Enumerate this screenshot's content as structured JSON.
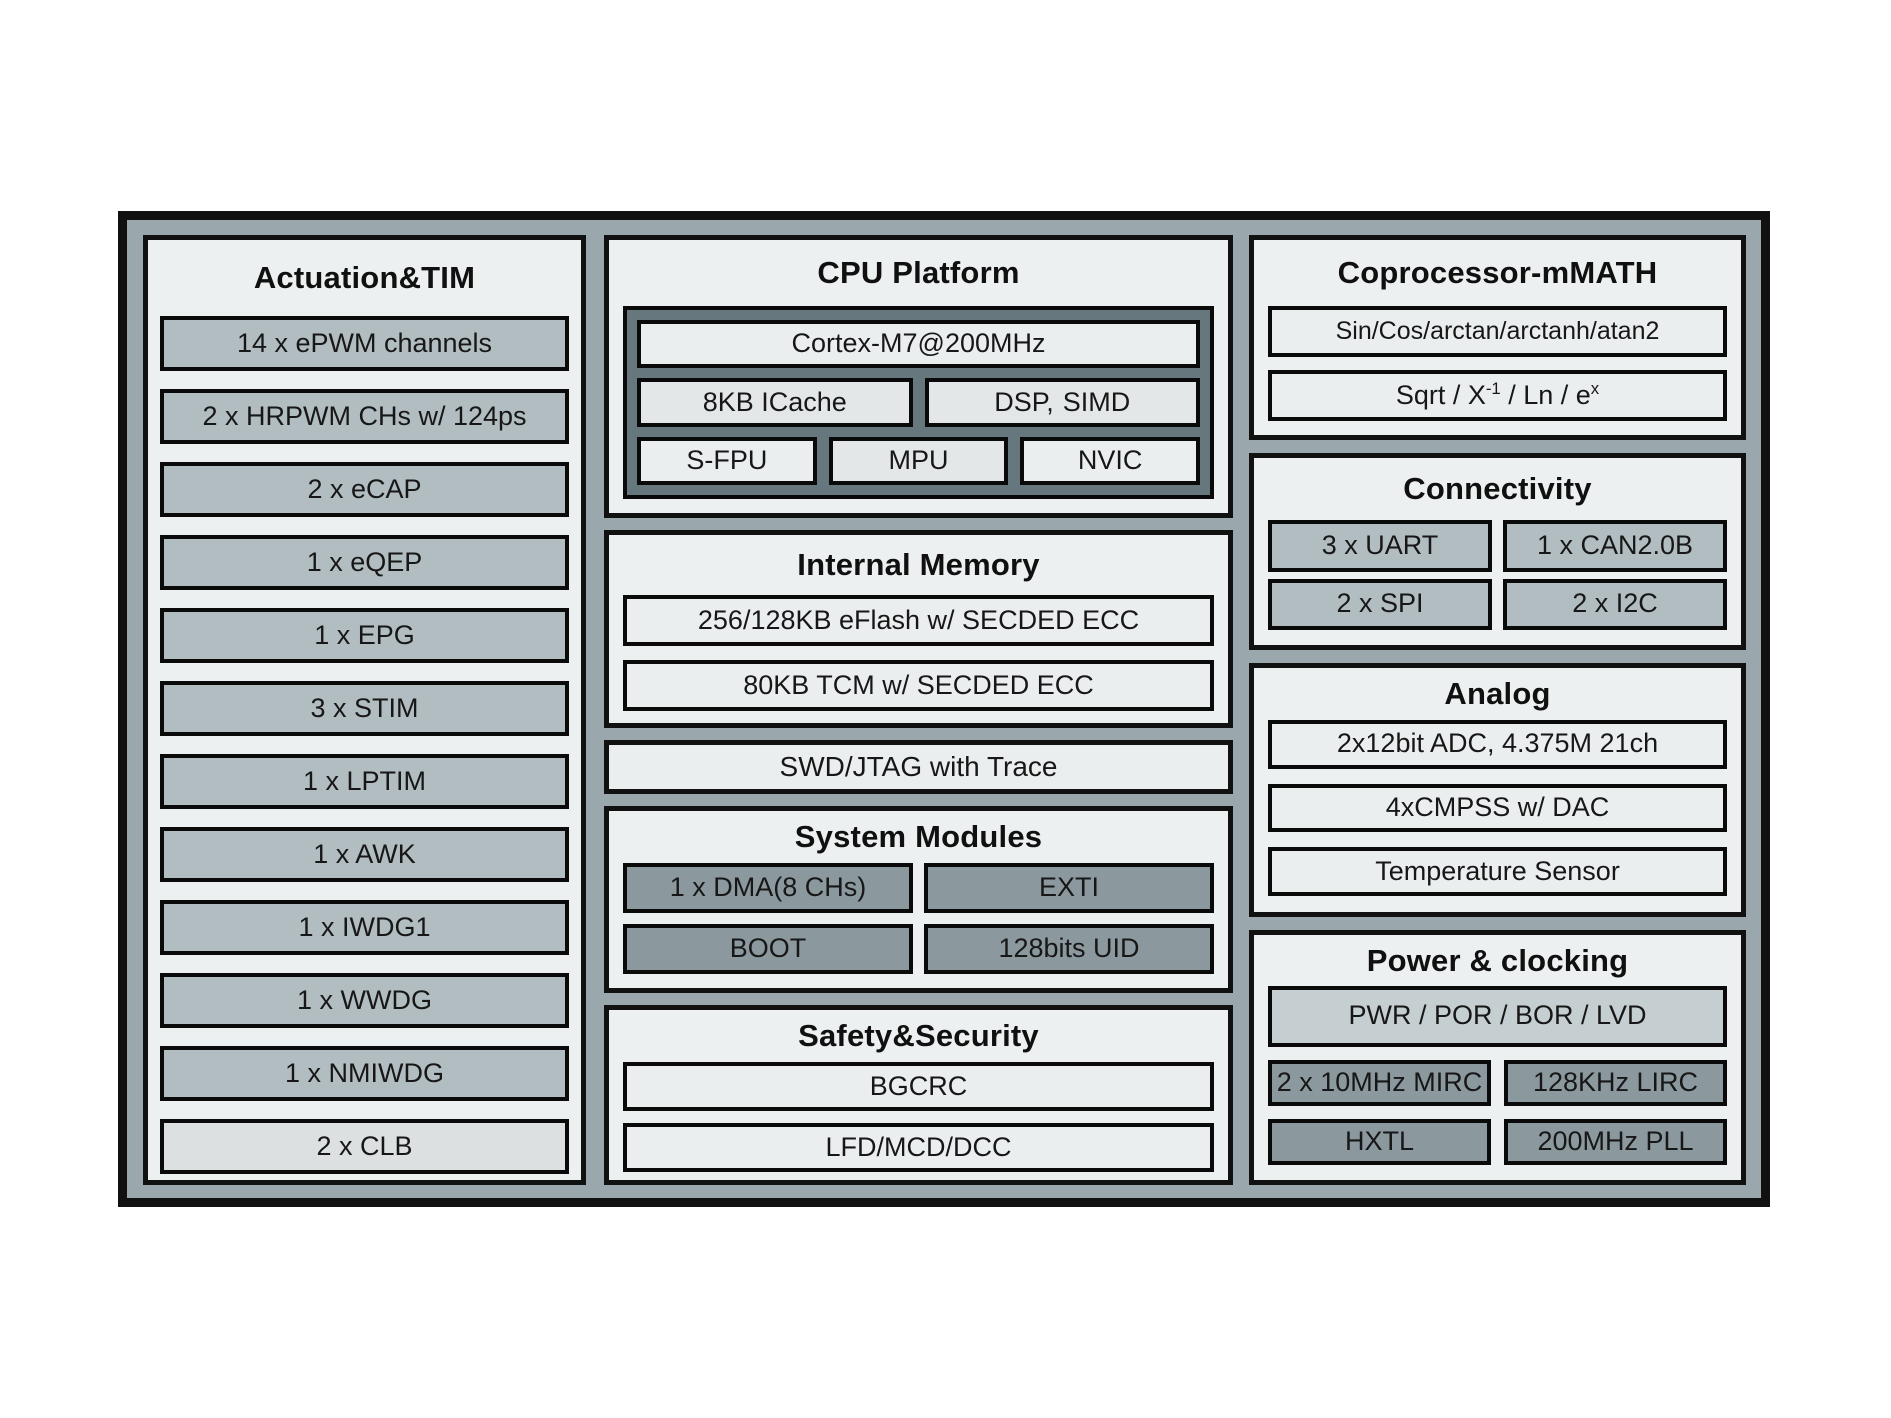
{
  "colors": {
    "frame_border": "#111111",
    "frame_band": "#9aa7ac",
    "section_bg": "#edf0f1",
    "cell_medium": "#b2bdc1",
    "cell_light": "#ebeeef",
    "cell_lighter": "#dce0e1",
    "cell_dark": "#8b999f",
    "cell_midtone": "#c5ced1",
    "cpu_container": "#66787e",
    "text": "#171717"
  },
  "left": {
    "title": "Actuation&TIM",
    "rows": [
      "14 x ePWM channels",
      "2 x HRPWM CHs w/ 124ps",
      "2 x eCAP",
      "1 x eQEP",
      "1 x EPG",
      "3 x STIM",
      "1 x LPTIM",
      "1 x AWK",
      "1 x IWDG1",
      "1 x WWDG",
      "1 x NMIWDG",
      "2 x CLB"
    ]
  },
  "cpu": {
    "title": "CPU Platform",
    "cortex_label": "Cortex-M7@200MHz",
    "icache_label": "8KB ICache",
    "dsp_simd": {
      "label": "DSP、SIMD",
      "display_left": "DSP,",
      "display_right": "SIMD"
    },
    "sfpu_label": "S-FPU",
    "mpu_label": "MPU",
    "nvic_label": "NVIC"
  },
  "memory": {
    "title": "Internal Memory",
    "rows": [
      "256/128KB eFlash w/ SECDED ECC",
      "80KB TCM w/ SECDED ECC"
    ]
  },
  "swd": {
    "label": "SWD/JTAG with Trace"
  },
  "system": {
    "title": "System Modules",
    "cells": [
      "1 x DMA(8 CHs)",
      "EXTI",
      "BOOT",
      "128bits UID"
    ]
  },
  "safety": {
    "title": "Safety&Security",
    "rows": [
      "BGCRC",
      "LFD/MCD/DCC"
    ]
  },
  "coprocessor": {
    "title": "Coprocessor-mMATH",
    "trig_label": "Sin/Cos/arctan/arctanh/atan2",
    "sqrt_row": {
      "label": "Sqrt / X^-1 / Ln / e^x",
      "p1": "Sqrt / X",
      "sup1": "-1",
      "p2": " / Ln / e",
      "sup2": "x"
    }
  },
  "connectivity": {
    "title": "Connectivity",
    "cells": [
      "3 x UART",
      "1 x CAN2.0B",
      "2 x SPI",
      "2 x I2C"
    ]
  },
  "analog": {
    "title": "Analog",
    "rows": [
      "2x12bit ADC, 4.375M 21ch",
      "4xCMPSS w/ DAC",
      "Temperature Sensor"
    ]
  },
  "power": {
    "title": "Power & clocking",
    "wide_label": "PWR / POR / BOR / LVD",
    "cells": [
      "2 x 10MHz MIRC",
      "128KHz LIRC",
      "HXTL",
      "200MHz PLL"
    ]
  }
}
